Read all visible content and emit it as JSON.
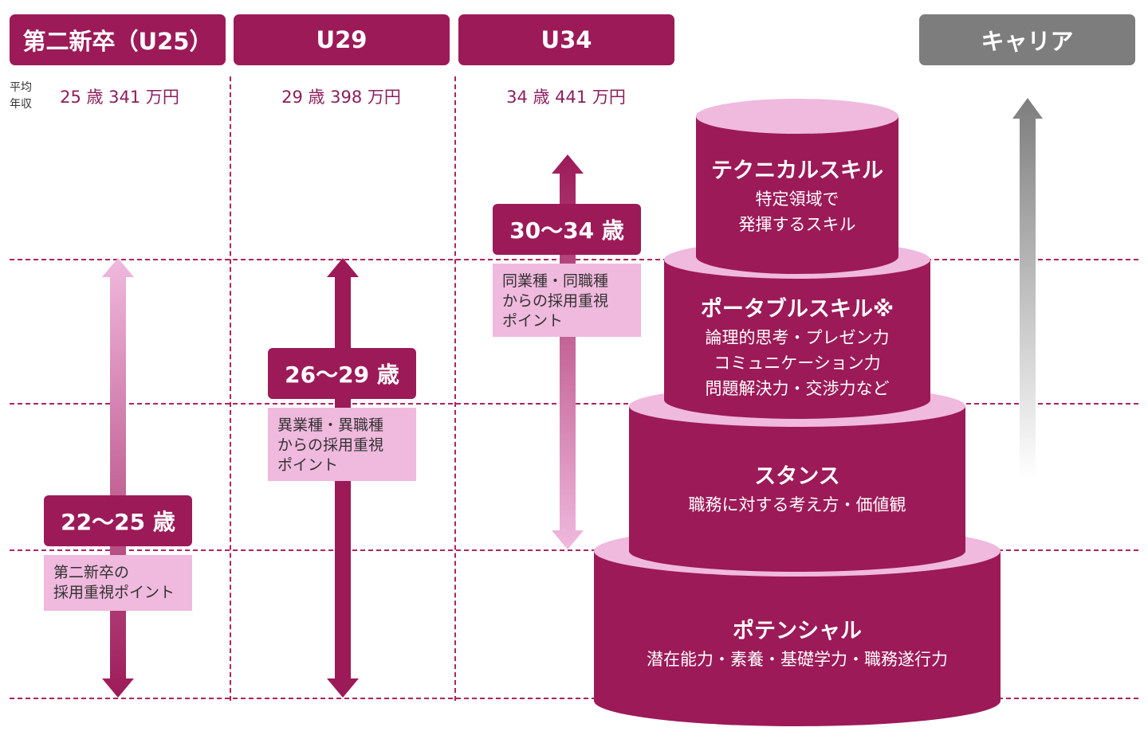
{
  "colors": {
    "primary": "#9c1a58",
    "light_pink": "#f0b9de",
    "gray": "#7d7d7d",
    "income_text": "#8c1e5c"
  },
  "headers": [
    {
      "label": "第二新卒（U25）"
    },
    {
      "label": "U29"
    },
    {
      "label": "U34"
    },
    {
      "label": "キャリア"
    }
  ],
  "income": {
    "label_line1": "平均",
    "label_line2": "年収",
    "values": [
      "25 歳 341 万円",
      "29 歳 398 万円",
      "34 歳 441 万円"
    ]
  },
  "age_groups": [
    {
      "age": "22〜25 歳",
      "note_line1": "第二新卒の",
      "note_line2": "採用重視ポイント"
    },
    {
      "age": "26〜29 歳",
      "note_line1": "異業種・異職種",
      "note_line2": "からの採用重視",
      "note_line3": "ポイント"
    },
    {
      "age": "30〜34 歳",
      "note_line1": "同業種・同職種",
      "note_line2": "からの採用重視",
      "note_line3": "ポイント"
    }
  ],
  "tiers": [
    {
      "title": "テクニカルスキル",
      "desc_line1": "特定領域で",
      "desc_line2": "発揮するスキル"
    },
    {
      "title": "ポータブルスキル※",
      "desc_line1": "論理的思考・プレゼン力",
      "desc_line2": "コミュニケーション力",
      "desc_line3": "問題解決力・交渉力など"
    },
    {
      "title": "スタンス",
      "desc_line1": "職務に対する考え方・価値観"
    },
    {
      "title": "ポテンシャル",
      "desc_line1": "潜在能力・素養・基礎学力・職務遂行力"
    }
  ]
}
